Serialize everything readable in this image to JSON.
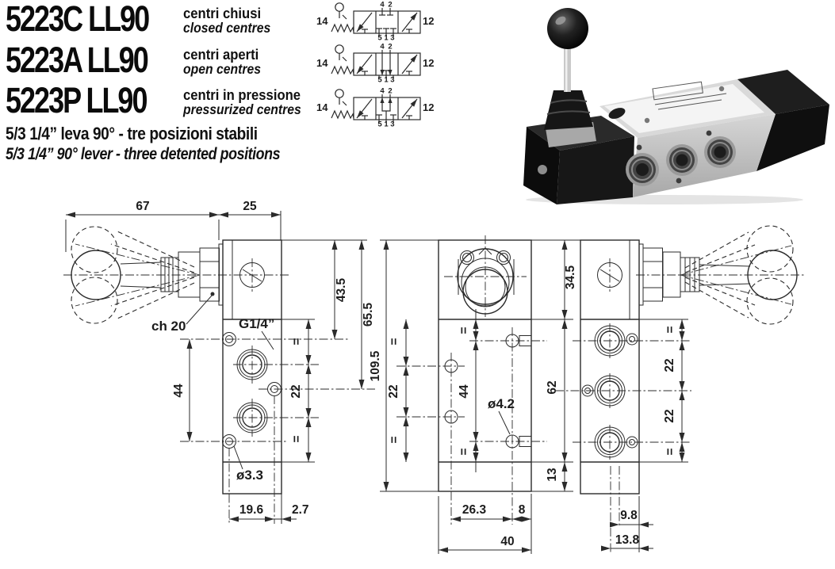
{
  "products": [
    {
      "code": "5223C LL90",
      "desc_it": "centri chiusi",
      "desc_en": "closed centres"
    },
    {
      "code": "5223A LL90",
      "desc_it": "centri aperti",
      "desc_en": "open centres"
    },
    {
      "code": "5223P LL90",
      "desc_it": "centri in pressione",
      "desc_en": "pressurized centres"
    }
  ],
  "subtitle_it": "5/3 1/4” leva 90° - tre posizioni stabili",
  "subtitle_en": "5/3 1/4” 90° lever - three detented positions",
  "schematic": {
    "pilot_left": "14",
    "pilot_right": "12",
    "port_top_a": "4",
    "port_top_b": "2",
    "ports_bottom": "5 1 3"
  },
  "dims": {
    "lever_len": "67",
    "body_w": "25",
    "hex": "ch 20",
    "thread": "G1/4”",
    "h43_5": "43.5",
    "h65_5": "65.5",
    "v44": "44",
    "v22": "22",
    "eq": "=",
    "dia3_3": "ø3.3",
    "w19_6": "19.6",
    "w2_7": "2.7",
    "total_h": "109.5",
    "top_h": "34.5",
    "mid_h": "62",
    "bot_h": "13",
    "w26_3": "26.3",
    "w8": "8",
    "w40": "40",
    "dia4_2": "ø4.2",
    "w9_8": "9.8",
    "w13_8": "13.8"
  },
  "colors": {
    "line": "#2b2b2b",
    "text": "#111111",
    "photo_black": "#141414",
    "photo_metal": "#c2c2c2"
  }
}
